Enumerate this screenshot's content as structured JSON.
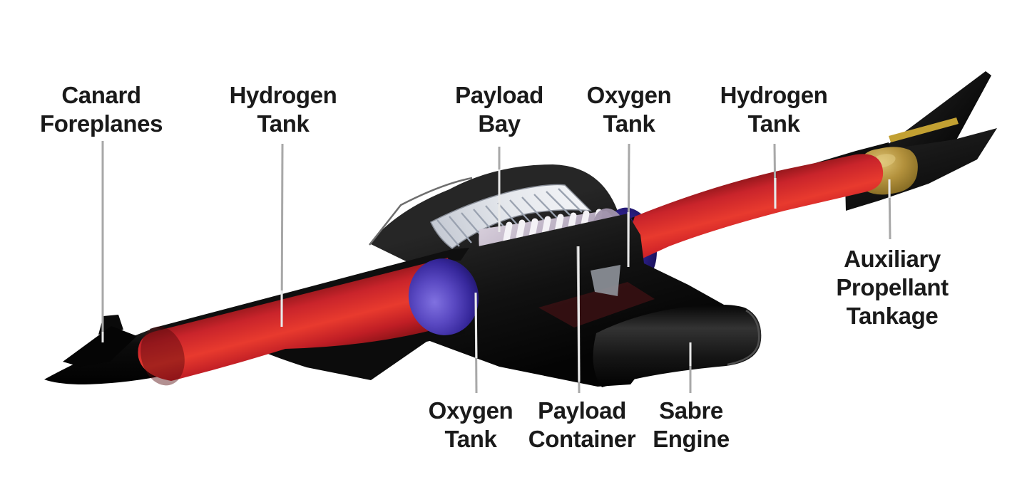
{
  "diagram": {
    "subject": "Spaceplane cutaway diagram",
    "labels": [
      {
        "id": "canard-foreplanes",
        "text": "Canard\nForeplanes"
      },
      {
        "id": "hydrogen-tank-left",
        "text": "Hydrogen\nTank"
      },
      {
        "id": "payload-bay",
        "text": "Payload\nBay"
      },
      {
        "id": "oxygen-tank-top",
        "text": "Oxygen\nTank"
      },
      {
        "id": "hydrogen-tank-right",
        "text": "Hydrogen\nTank"
      },
      {
        "id": "auxiliary-propellant-tankage",
        "text": "Auxiliary\nPropellant\nTankage"
      },
      {
        "id": "oxygen-tank-bottom",
        "text": "Oxygen\nTank"
      },
      {
        "id": "payload-container",
        "text": "Payload\nContainer"
      },
      {
        "id": "sabre-engine",
        "text": "Sabre\nEngine"
      }
    ],
    "colors": {
      "background": "#ffffff",
      "fuselage_red": "#cc2127",
      "oxygen_tank_purple": "#5a49c2",
      "oxygen_tank_navy": "#2b1f86",
      "auxiliary_tank_gold": "#b3913c",
      "fin_stripe_yellow": "#c2a032",
      "hull_black": "#111111",
      "payload_door_silver": "#e4e7ec",
      "payload_container_pink": "#c9bfd2",
      "leader_line_gray": "#a8a8a8",
      "label_text": "#1a1a1a"
    }
  }
}
